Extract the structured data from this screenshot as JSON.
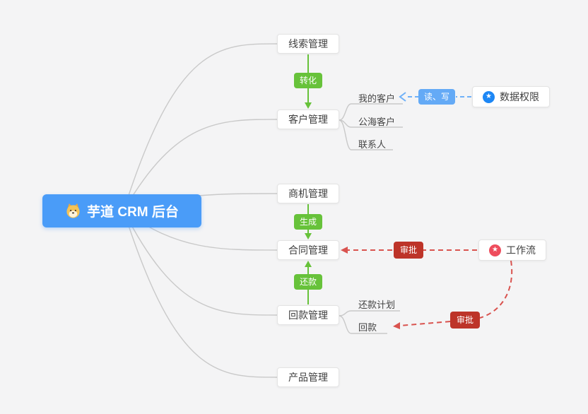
{
  "colors": {
    "background": "#f4f4f5",
    "root_node": "#4a9cf8",
    "edge_green": "#67c23a",
    "edge_blue_label": "#64aaf6",
    "edge_red_label": "#bd3429",
    "dashed_red": "#d9534f",
    "dashed_blue": "#6fb1f8",
    "link_gray": "#c9c9c9",
    "data_permission_icon": "#1d87f5",
    "workflow_icon": "#ee4c5c"
  },
  "icons": {
    "star": "★",
    "logo": "dog-face"
  },
  "root": {
    "label": "芋道 CRM 后台"
  },
  "nodes": {
    "leads": {
      "label": "线索管理"
    },
    "customer": {
      "label": "客户管理"
    },
    "opportunity": {
      "label": "商机管理"
    },
    "contract": {
      "label": "合同管理"
    },
    "receivable": {
      "label": "回款管理"
    },
    "product": {
      "label": "产品管理"
    }
  },
  "sub_nodes": {
    "customer": [
      "我的客户",
      "公海客户",
      "联系人"
    ],
    "receivable": [
      "还款计划",
      "回款"
    ]
  },
  "edge_labels": {
    "convert": "转化",
    "generate": "生成",
    "repay": "还款",
    "read_write": "读、写",
    "approve_contract": "审批",
    "approve_receivable": "审批"
  },
  "side_nodes": {
    "data_permission": {
      "label": "数据权限"
    },
    "workflow": {
      "label": "工作流"
    }
  }
}
